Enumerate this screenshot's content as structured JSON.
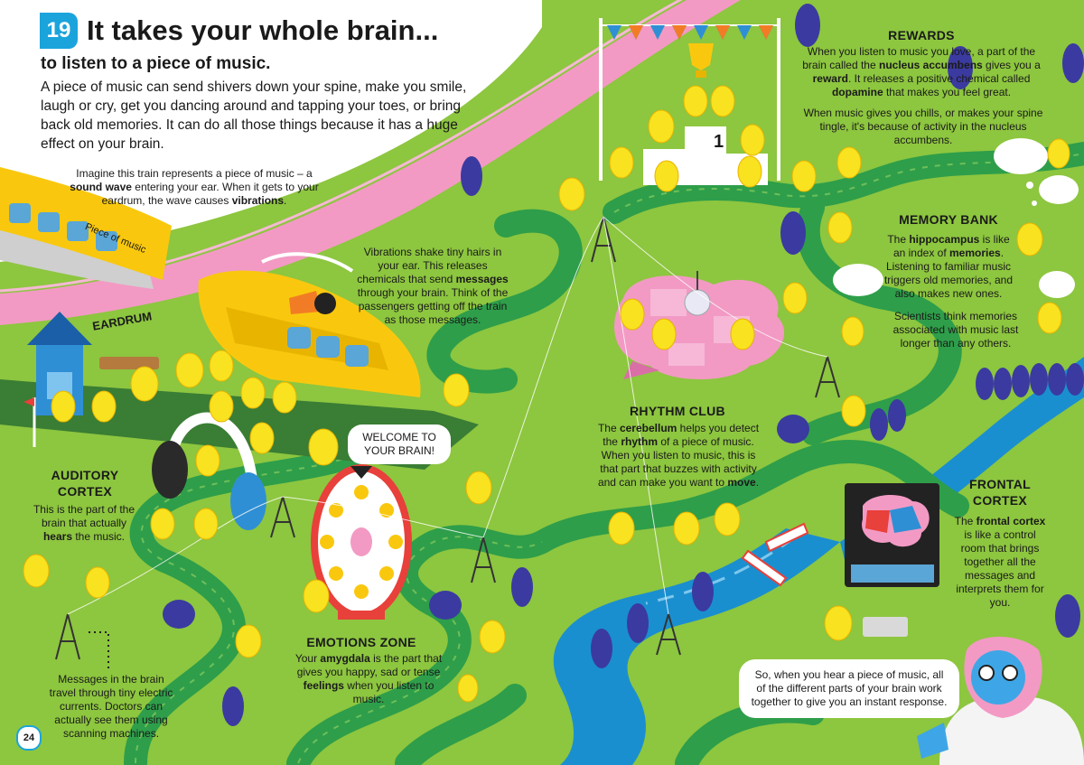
{
  "header": {
    "number": "19",
    "title": "It takes your whole brain...",
    "subtitle": "to listen to a piece of music.",
    "intro": "A piece of music can send shivers down your spine, make you smile, laugh or cry, get you dancing around and tapping your toes, or bring back old memories. It can do all those things because it has a huge effect on your brain."
  },
  "train": {
    "pre": "Imagine this train represents a piece of music – a ",
    "b1": "sound wave",
    "mid": " entering your ear. When it gets to your eardrum, the wave causes ",
    "b2": "vibrations",
    "post": ".",
    "sign": "Piece of music"
  },
  "eardrum": {
    "label": "EARDRUM"
  },
  "vibrations": {
    "pre": "Vibrations shake tiny hairs in your ear. This releases chemicals that send ",
    "b1": "messages",
    "post": " through your brain. Think of the passengers getting off the train as those messages."
  },
  "welcome": {
    "text": "WELCOME TO YOUR BRAIN!"
  },
  "auditory": {
    "heading": "AUDITORY CORTEX",
    "pre": "This is the part of the brain that actually ",
    "b1": "hears",
    "post": " the music."
  },
  "messages_note": {
    "text": "Messages in the brain travel through tiny electric currents. Doctors can actually see them using scanning machines."
  },
  "emotions": {
    "heading": "EMOTIONS ZONE",
    "pre": "Your ",
    "b1": "amygdala",
    "mid": " is the part that gives you happy, sad or tense ",
    "b2": "feelings",
    "post": " when you listen to music."
  },
  "rhythm": {
    "heading": "RHYTHM CLUB",
    "pre": "The ",
    "b1": "cerebellum",
    "mid": " helps you detect the ",
    "b2": "rhythm",
    "mid2": " of a piece of music. When you listen to music, this is that part that buzzes with activity and can make you want to ",
    "b3": "move",
    "post": "."
  },
  "rewards": {
    "heading": "REWARDS",
    "pre": "When you listen to music you love, a part of the brain called the ",
    "b1": "nucleus accumbens",
    "mid": " gives you a ",
    "b2": "reward",
    "mid2": ". It releases a positive chemical called ",
    "b3": "dopamine",
    "post": " that makes you feel great.",
    "para2": "When music gives you chills, or makes your spine tingle, it's because of activity in the nucleus accumbens.",
    "podium_number": "1"
  },
  "memory": {
    "heading": "MEMORY BANK",
    "pre": "The ",
    "b1": "hippocampus",
    "mid": " is like an index of ",
    "b2": "memories",
    "post": ". Listening to familiar music triggers old memories, and also makes new ones.",
    "para2": "Scientists think memories associated with music last longer than any others."
  },
  "frontal": {
    "heading": "FRONTAL CORTEX",
    "pre": "The ",
    "b1": "frontal cortex",
    "post": " is like a control room that brings together all the messages and interprets them for you."
  },
  "conclusion": {
    "text": "So, when you hear a piece of music, all of the different parts of your brain work together to give you an instant response."
  },
  "page": {
    "number": "24"
  },
  "colors": {
    "grass": "#8dc63f",
    "path": "#2e9e4a",
    "river": "#1a8fd0",
    "track": "#f29ac4",
    "train": "#f9c80e",
    "accent": "#1ba4dc"
  },
  "icons": [
    "chick-character",
    "tree-icon",
    "pylon-icon",
    "headphones-icon",
    "disco-ball-icon",
    "trophy-icon",
    "bunting-icon",
    "scientist-character",
    "brain-scan-screen"
  ]
}
